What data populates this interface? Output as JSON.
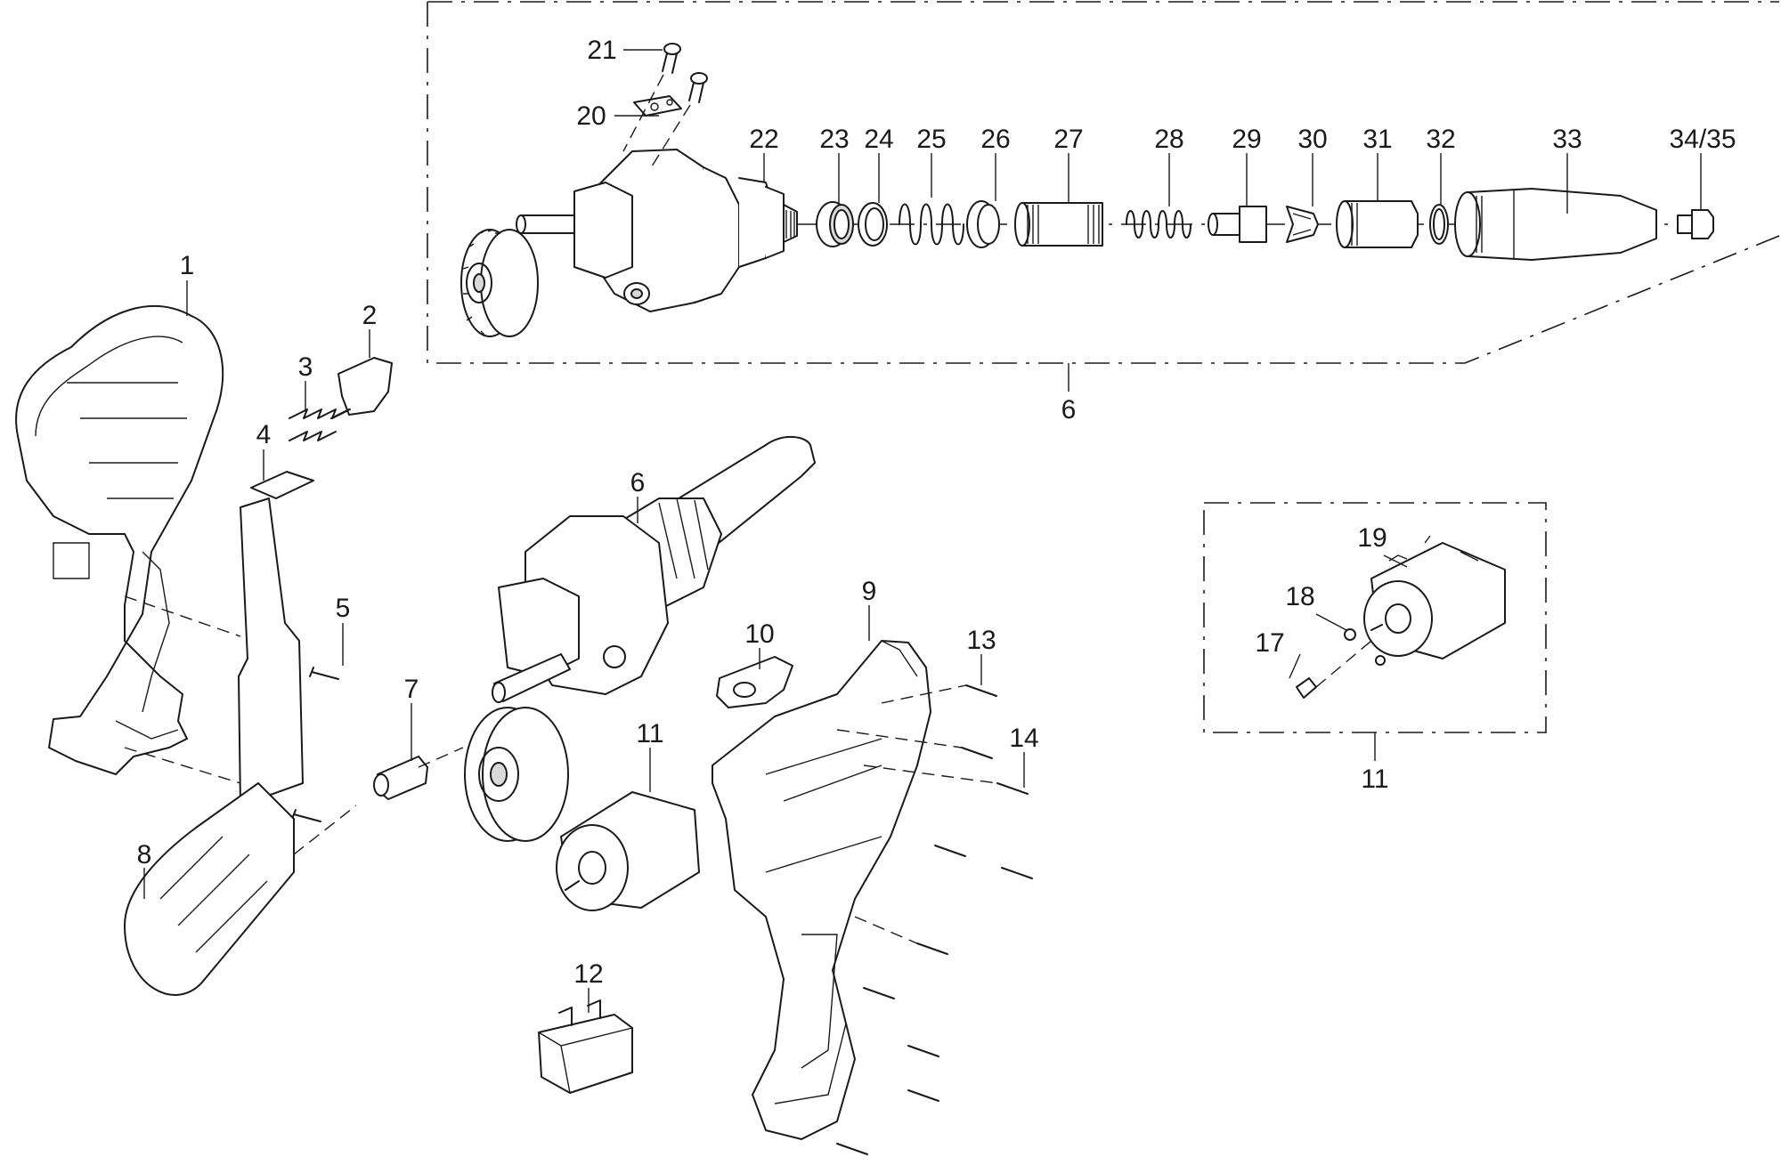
{
  "diagram": {
    "type": "exploded-parts-view",
    "callouts": {
      "p1": "1",
      "p2": "2",
      "p3": "3",
      "p4": "4",
      "p5": "5",
      "p6_main": "6",
      "p6_box": "6",
      "p7": "7",
      "p8": "8",
      "p9": "9",
      "p10": "10",
      "p11_motor": "11",
      "p11_box": "11",
      "p12": "12",
      "p13": "13",
      "p14": "14",
      "p17": "17",
      "p18": "18",
      "p19": "19",
      "p20": "20",
      "p21": "21",
      "p22": "22",
      "p23": "23",
      "p24": "24",
      "p25": "25",
      "p26": "26",
      "p27": "27",
      "p28": "28",
      "p29": "29",
      "p30": "30",
      "p31": "31",
      "p32": "32",
      "p33": "33",
      "p34_35": "34/35"
    }
  }
}
